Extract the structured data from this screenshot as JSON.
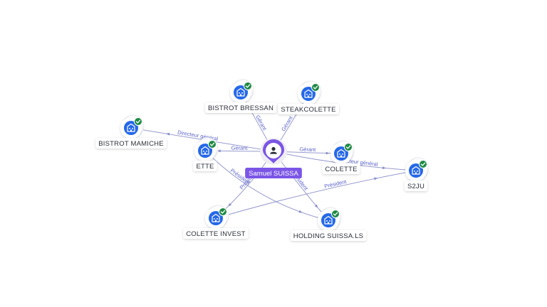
{
  "colors": {
    "edge": "#8b90c8",
    "edge_label": "#5a63c8",
    "company_icon": "#2568e8",
    "check_badge": "#1e8a45",
    "person_pin": "#7b55e6",
    "person_label_bg": "#7b55e6",
    "node_label_bg": "#ffffff"
  },
  "center": {
    "id": "person",
    "label": "Samuel SUISSA",
    "icon": "person-icon"
  },
  "companies": [
    {
      "id": "bistrot-bressan",
      "label": "BISTROT BRESSAN",
      "icon": "building-icon",
      "verified": true
    },
    {
      "id": "steakcolette",
      "label": "STEAKCOLETTE",
      "icon": "building-icon",
      "verified": true
    },
    {
      "id": "bistrot-mamiche",
      "label": "BISTROT MAMICHE",
      "icon": "building-icon",
      "verified": true
    },
    {
      "id": "ette",
      "label": "ETTE",
      "icon": "building-icon",
      "verified": true
    },
    {
      "id": "colette",
      "label": "COLETTE",
      "icon": "building-icon",
      "verified": true
    },
    {
      "id": "s2ju",
      "label": "S2JU",
      "icon": "building-icon",
      "verified": true
    },
    {
      "id": "colette-invest",
      "label": "COLETTE INVEST",
      "icon": "building-icon",
      "verified": true
    },
    {
      "id": "holding-suissa-ls",
      "label": "HOLDING SUISSA.LS",
      "icon": "building-icon",
      "verified": true
    }
  ],
  "edges": [
    {
      "from": "person",
      "to": "bistrot-bressan",
      "label": "Gérant"
    },
    {
      "from": "person",
      "to": "steakcolette",
      "label": "Gérant"
    },
    {
      "from": "person",
      "to": "ette",
      "label": "Gérant"
    },
    {
      "from": "person",
      "to": "colette",
      "label": "Gérant"
    },
    {
      "from": "person",
      "to": "bistrot-mamiche",
      "label": "Directeur général"
    },
    {
      "from": "person",
      "to": "s2ju",
      "label": "Directeur général"
    },
    {
      "from": "person",
      "to": "colette-invest",
      "label": "Président"
    },
    {
      "from": "person",
      "to": "holding-suissa-ls",
      "label": "Président"
    },
    {
      "from": "ette",
      "to": "holding-suissa-ls",
      "label": "Président"
    },
    {
      "from": "colette-invest",
      "to": "s2ju",
      "label": "Président"
    }
  ]
}
